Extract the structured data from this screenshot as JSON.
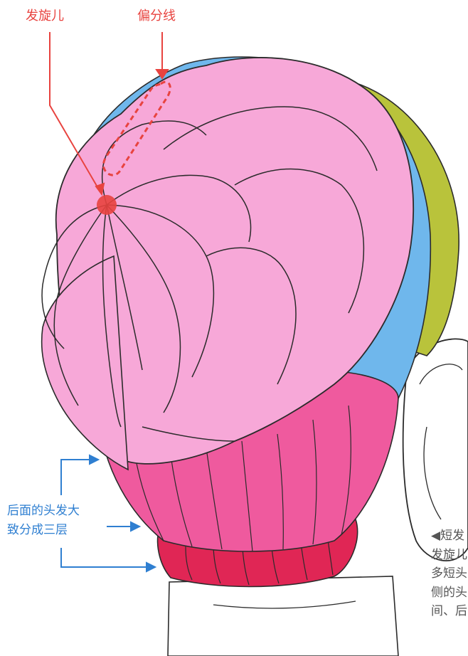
{
  "labels": {
    "whorl": "发旋儿",
    "part_line": "偏分线",
    "layers": [
      "后面的头发大",
      "致分成三层"
    ]
  },
  "caption": {
    "lines": [
      "◀短发",
      "发旋儿",
      "多短头",
      "侧的头",
      "间、后"
    ]
  },
  "colors": {
    "pink_top": "#f7a8d8",
    "pink_mid": "#ef5a9e",
    "crimson_bottom": "#e02655",
    "blue_side": "#6fb7ec",
    "olive_side": "#b9c33b",
    "accent_red": "#e8433f",
    "accent_blue": "#2f7fd1",
    "skin": "#ffffff",
    "outline": "#2b2b2b"
  }
}
